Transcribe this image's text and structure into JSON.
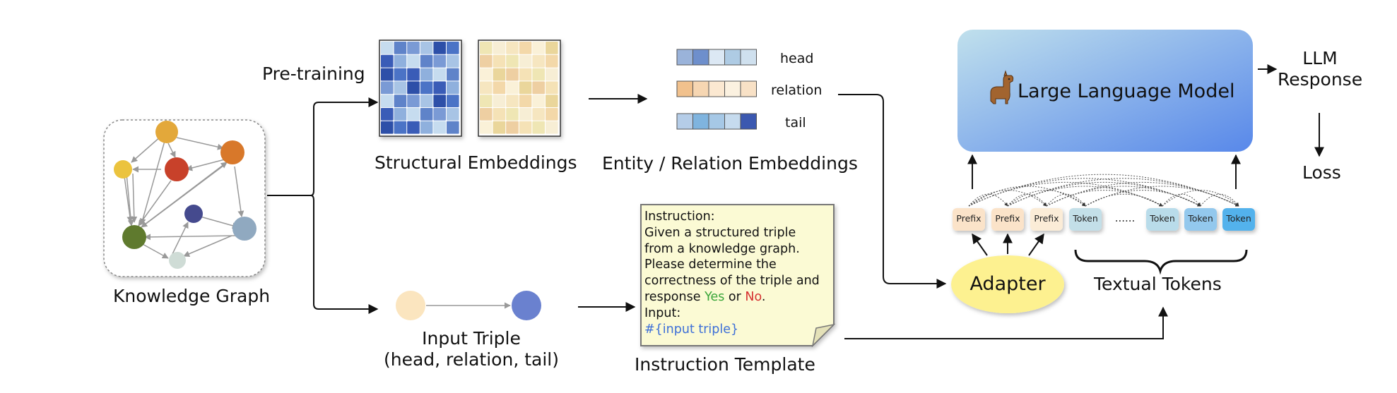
{
  "knowledge_graph": {
    "label": "Knowledge Graph"
  },
  "pretraining": {
    "label": "Pre-training"
  },
  "structural_embeddings": {
    "label": "Structural Embeddings"
  },
  "entity_relation": {
    "label": "Entity / Relation Embeddings",
    "rows": [
      "head",
      "relation",
      "tail"
    ]
  },
  "input_triple": {
    "line1": "Input Triple",
    "line2": "(head, relation, tail)"
  },
  "instruction": {
    "caption": "Instruction Template",
    "title": "Instruction:",
    "line1": "Given a structured triple",
    "line2": "from a knowledge graph.",
    "line3": "Please determine the",
    "line4": "correctness of the triple and",
    "line5_prefix": "response",
    "yes": "Yes",
    "or": "or",
    "no": "No",
    "period": ".",
    "input_label": "Input:",
    "placeholder": "#{input triple}"
  },
  "llm": {
    "label": "Large Language Model",
    "icon": "llama-icon"
  },
  "llm_response": {
    "line1": "LLM",
    "line2": "Response"
  },
  "loss": {
    "label": "Loss"
  },
  "adapter": {
    "label": "Adapter"
  },
  "tokens": {
    "prefix": [
      "Prefix",
      "Prefix",
      "Prefix"
    ],
    "text_left": "Token",
    "dots": "......",
    "text_right": [
      "Token",
      "Token",
      "Token"
    ],
    "caption": "Textual Tokens"
  },
  "colors": {
    "prefix_fill": "#fbe3c9",
    "token_fill": "#b9dcea",
    "token_last": "#53b2ec",
    "adapter_fill": "#fdf190",
    "llm_left": "#b9dcea",
    "llm_right": "#5c8fe8",
    "note_fill": "#fbfad4"
  }
}
